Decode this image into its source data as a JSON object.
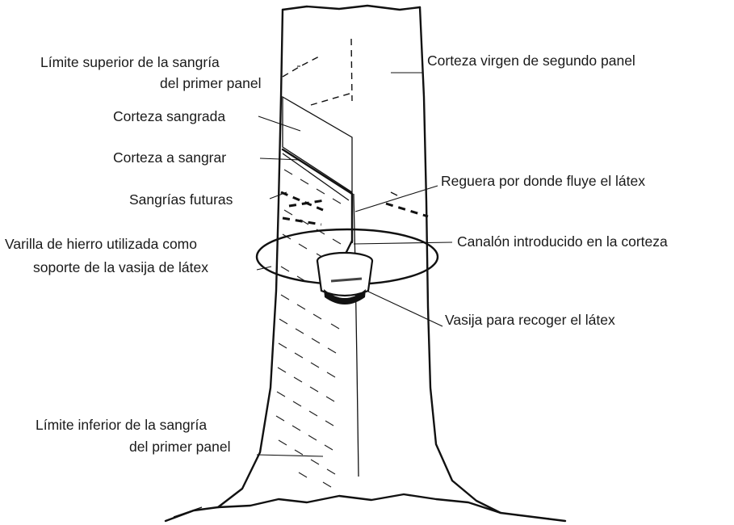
{
  "labels": {
    "upper_limit_line1": "Límite superior de la sangría",
    "upper_limit_line2": "del primer panel",
    "virgin_bark": "Corteza virgen de segundo panel",
    "tapped_bark": "Corteza sangrada",
    "bark_to_tap": "Corteza a sangrar",
    "groove": "Reguera por donde fluye el látex",
    "future_tappings": "Sangrías  futuras",
    "rod_line1": "Varilla de hierro utilizada como",
    "rod_line2": "soporte de la vasija de látex",
    "spout": "Canalón introducido en la corteza",
    "cup": "Vasija para recoger el látex",
    "lower_limit_line1": "Límite inferior de la sangría",
    "lower_limit_line2": "del primer panel"
  }
}
